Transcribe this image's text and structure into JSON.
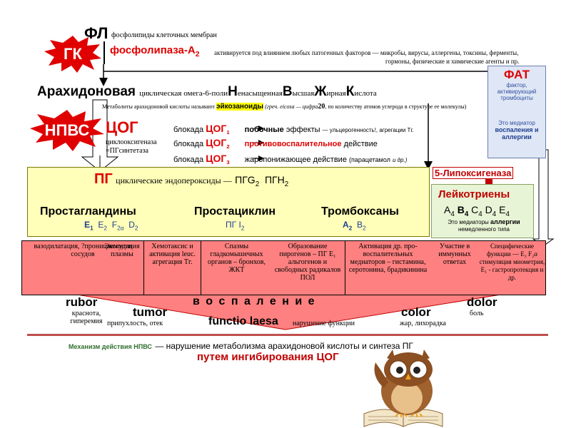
{
  "header": {
    "fl": "ФЛ",
    "fl_desc": "фосфолипиды клеточных мембран",
    "gk": "ГК",
    "pla2": "фосфолипаза-А",
    "pla2_sub": "2",
    "pla2_desc": "активируется под влиянием любых патогенных факторов — микробы, вирусы, аллергены, токсины, ферменты,",
    "pla2_desc2": "гормоны, физические и химические агенты и пр."
  },
  "arachidonic": {
    "title": "Арахидоновая",
    "desc": "циклическая омега-6-поли",
    "n": "Н",
    "n_rest": "енасыщенная",
    "v": "В",
    "v_rest": "ысшая",
    "zh": "Ж",
    "zh_rest": "ирная",
    "k": "К",
    "k_rest": "ислота",
    "metab": "Метаболиты арахидоновой кислоты называют",
    "eicos": "эйкозаноиды",
    "metab_note": "(греч. eicosa — цифра",
    "twenty": "20",
    "metab_note2": ", по количеству атомов углерода в структуре ее молекулы)"
  },
  "fat": {
    "title": "ФАТ",
    "desc": "фактор, активирующий тромбоциты",
    "this_is": "Это медиатор",
    "role": "воспаления и аллергии"
  },
  "npvs": {
    "label": "НПВС",
    "cog": "ЦОГ",
    "cog_desc1": "циклооксигеназа",
    "cog_desc2": "=ПГсинтетаза",
    "block": "блокада",
    "cog1": "ЦОГ",
    "cog1_sub": "1",
    "cog1_effect": "побочные",
    "cog1_effect2": "эффекты",
    "cog1_note": "— ульцерогенность!, агрегации Тг.",
    "cog2": "ЦОГ",
    "cog2_sub": "2",
    "cog2_effect": "противовоспалительное",
    "cog2_effect2": "действие",
    "cog3": "ЦОГ",
    "cog3_sub": "3",
    "cog3_effect": "жаропонижающее действие",
    "cog3_note": "(парацетамол",
    "cog3_note2": "и др.)"
  },
  "pg": {
    "title": "ПГ",
    "desc": "циклические эндопероксиды —",
    "pgg": "ПГG",
    "pgg_sub": "2",
    "pgh": "ПГН",
    "pgh_sub": "2",
    "prostaglandins": "Простагландины",
    "pg_types": [
      "E",
      "E",
      "F",
      "D"
    ],
    "prostacyclin": "Простациклин",
    "prostacyclin_sub": "ПГ I",
    "thromboxanes": "Тромбоксаны",
    "tx_a": "A",
    "tx_b": "B"
  },
  "lipoxygenase": {
    "title": "5-Липоксигеназа",
    "leuko": "Лейкотриены",
    "types": [
      "A",
      "B",
      "C",
      "D",
      "E"
    ],
    "note1": "Это медиаторы",
    "note2": "аллергии",
    "note3": "немедленного типа"
  },
  "effects": [
    "вазодилатация, ?проницаемости сосудов",
    "Экссудация плазмы",
    "Хемотаксис и активация leuc. агрегация Тг.",
    "Спазмы гладкомышечных органов – бронхов, ЖКТ",
    "Образование пирогенов – ПГ E₁ альгогенов и свободных радикалов ПОЛ",
    "Активация др. про-воспалительных медиаторов – гистамина, серотонина, брадикинина",
    "Участие в иммунных ответах",
    "Специфические функции — E₂ F₂α стимуляция миометрия, E₁ - гастропротекция и др."
  ],
  "inflammation": {
    "word": "в о с п а л е н и е",
    "rubor": "rubor",
    "rubor_ru": "краснота, гиперемия",
    "tumor": "tumor",
    "tumor_ru": "припухлость, отек",
    "functio": "functio laesa",
    "functio_ru": "нарушение функции",
    "color": "color",
    "color_ru": "жар, лихорадка",
    "dolor": "dolor",
    "dolor_ru": "боль"
  },
  "footer": {
    "mech": "Механизм действия НПВС",
    "mech_desc": "— нарушение метаболизма арахидоновой кислоты и синтеза ПГ",
    "path": "путем ингибирования ЦОГ"
  },
  "colors": {
    "red": "#e00000",
    "pink": "#ff8080",
    "yellow": "#ffffb9",
    "blue": "#2f4fa0",
    "darkred": "#c00000"
  }
}
